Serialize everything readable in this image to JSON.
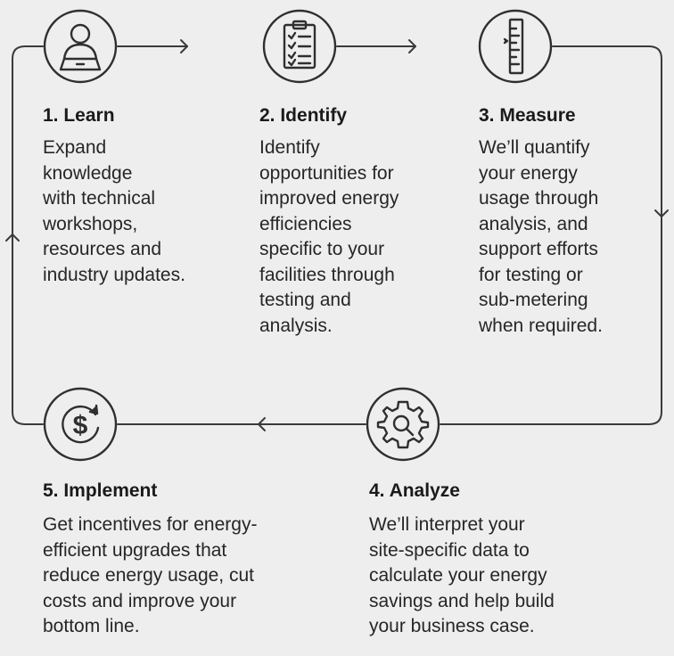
{
  "accent_color": "#3a3a3a",
  "background_color": "#eeeeee",
  "steps": [
    {
      "number": "1",
      "title": "1. Learn",
      "icon": "person-at-laptop-icon",
      "lines": [
        "Expand",
        "knowledge",
        "with technical",
        "workshops,",
        "resources and",
        "industry updates."
      ]
    },
    {
      "number": "2",
      "title": "2. Identify",
      "icon": "checklist-clipboard-icon",
      "lines": [
        "Identify",
        "opportunities for",
        "improved energy",
        "efficiencies",
        "specific to your",
        "facilities through",
        "testing and",
        "analysis."
      ]
    },
    {
      "number": "3",
      "title": "3. Measure",
      "icon": "ruler-icon",
      "lines": [
        "We’ll quantify",
        "your energy",
        "usage through",
        "analysis, and",
        "support efforts",
        "for testing or",
        "sub-metering",
        "when required."
      ]
    },
    {
      "number": "4",
      "title": "4. Analyze",
      "icon": "gear-magnifier-icon",
      "lines": [
        "We’ll interpret your",
        "site-specific data to",
        "calculate your energy",
        "savings and help build",
        "your business case."
      ]
    },
    {
      "number": "5",
      "title": "5. Implement",
      "icon": "dollar-cycle-icon",
      "lines": [
        "Get incentives for energy-",
        "efficient upgrades that",
        "reduce energy usage, cut",
        "costs and improve your",
        "bottom line."
      ]
    }
  ]
}
